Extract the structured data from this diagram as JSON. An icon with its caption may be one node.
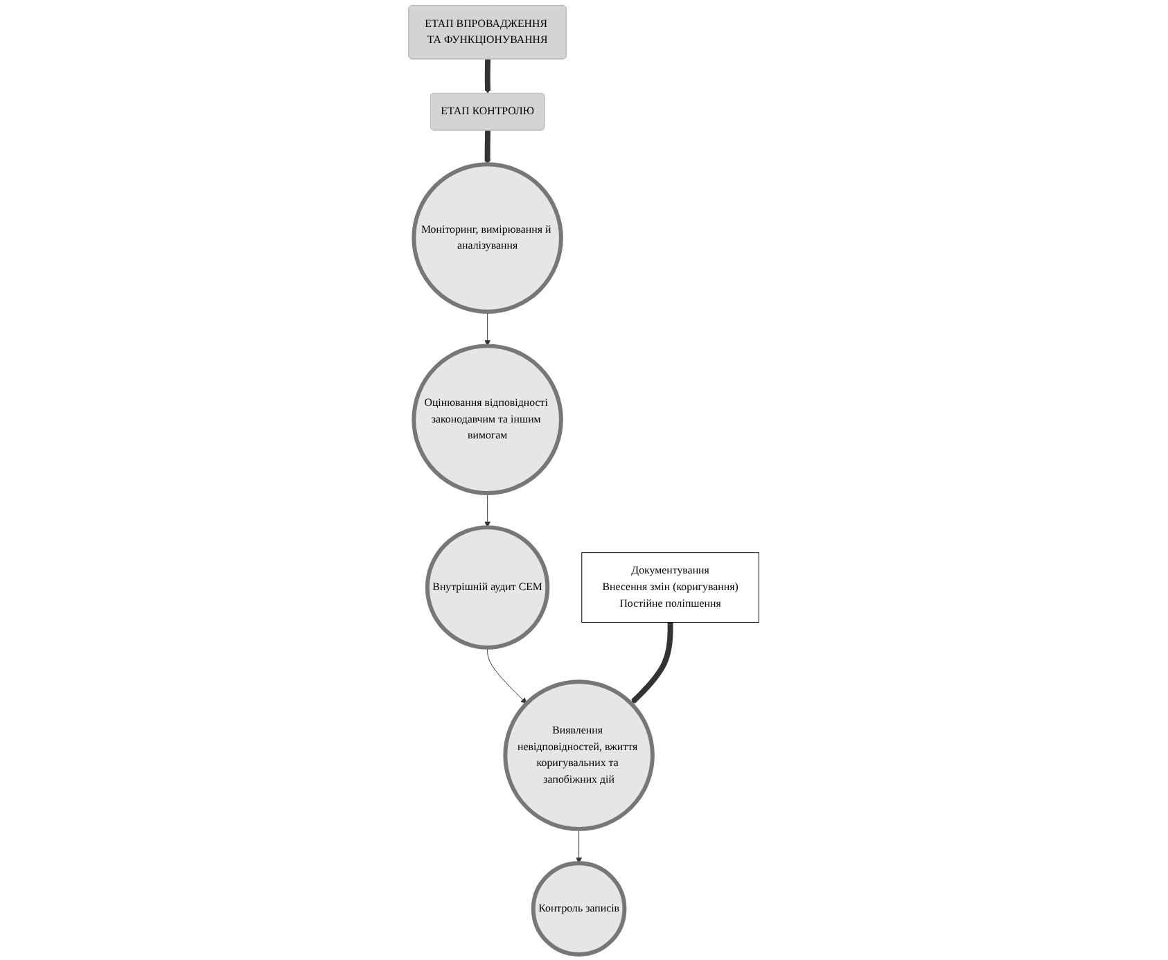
{
  "diagram": {
    "nodes": [
      {
        "text": [
          "ЕТАП ВПРОВАДЖЕННЯ ТА ФУНКЦІОНУВАННЯ"
        ]
      },
      {
        "text": [
          "ЕТАП КОНТРОЛЮ"
        ]
      },
      {
        "text": [
          "Моніторинг, вимірювання й аналізування"
        ]
      },
      {
        "text": [
          "Оцінювання відповідності законодавчим та іншим вимогам"
        ]
      },
      {
        "text": [
          "Внутрішній аудит СЕМ"
        ]
      },
      {
        "text": [
          "Виявлення невідповідностей, вжиття коригувальних та запобіжних дій"
        ]
      },
      {
        "text": [
          "Контроль записів"
        ]
      },
      {
        "text": [
          "Документування",
          "Внесення змін (коригування)",
          "Постійне поліпшення"
        ]
      }
    ],
    "edges": [
      {
        "from": 0,
        "to": 1,
        "arrow": "to",
        "style": "thick"
      },
      {
        "from": 1,
        "to": 2,
        "arrow": "to",
        "style": "thick"
      },
      {
        "from": 2,
        "to": 3,
        "arrow": "to"
      },
      {
        "from": 3,
        "to": 4,
        "arrow": "to"
      },
      {
        "from": 4,
        "to": 5,
        "arrow": "to"
      },
      {
        "from": 5,
        "to": 6,
        "arrow": "to"
      },
      {
        "from": 7,
        "to": 5,
        "arrow": "to",
        "style": "thick"
      }
    ]
  }
}
